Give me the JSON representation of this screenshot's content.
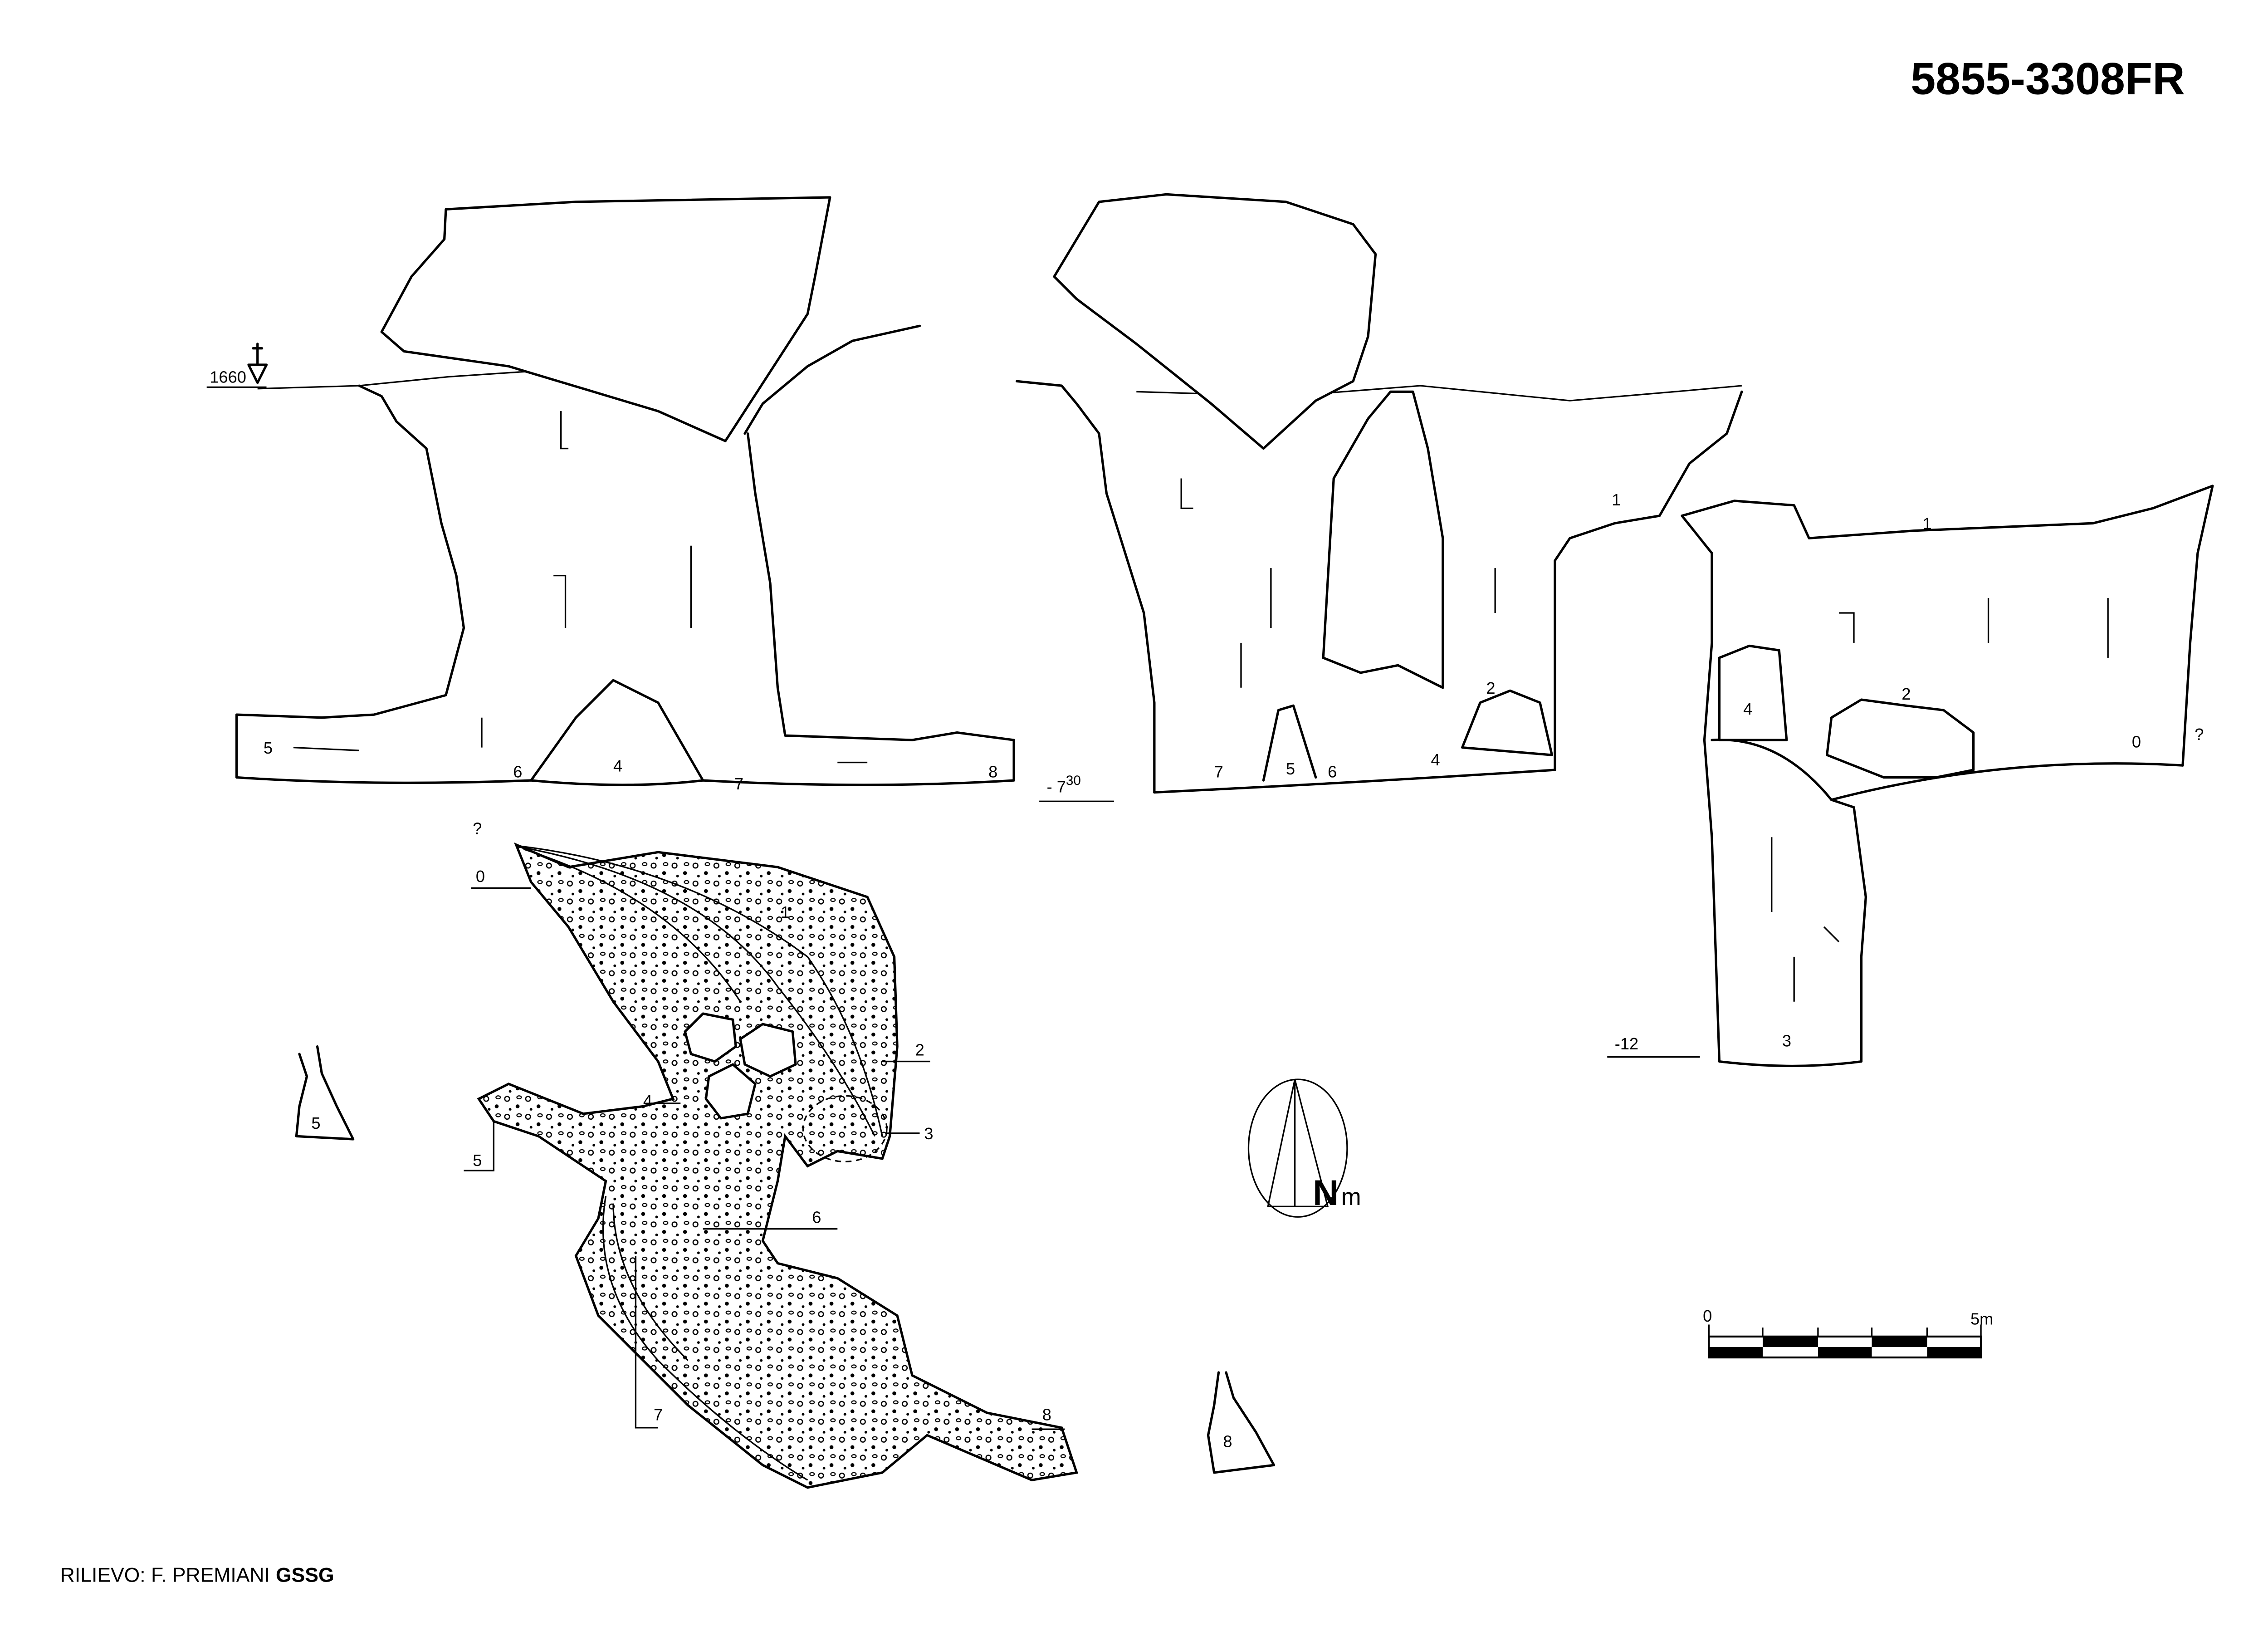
{
  "title": "5855-3308FR",
  "credit": {
    "text": "RILIEVO: F. PREMIANI",
    "group": "GSSG"
  },
  "section_1": {
    "elevation": "1660",
    "stations": [
      "5",
      "6",
      "4",
      "7",
      "8"
    ]
  },
  "section_2": {
    "depth_int": "- 7",
    "depth_dec": "30",
    "stations": [
      "7",
      "5",
      "6",
      "4",
      "2",
      "1"
    ]
  },
  "section_3": {
    "depth": "-12",
    "stations": [
      "1",
      "4",
      "2",
      "0",
      "?",
      "3"
    ]
  },
  "plan": {
    "stations": [
      "?",
      "0",
      "1",
      "2",
      "3",
      "4",
      "5",
      "6",
      "7",
      "8"
    ]
  },
  "cross_sections": [
    "5",
    "8"
  ],
  "compass": {
    "letter": "N",
    "suffix": "m"
  },
  "scale_bar": {
    "start": "0",
    "end": "5m"
  }
}
